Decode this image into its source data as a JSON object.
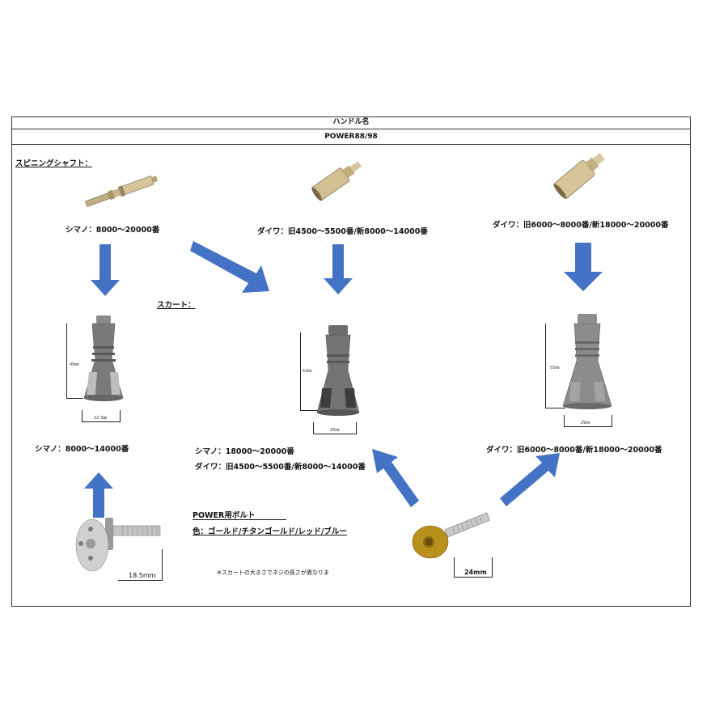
{
  "header": {
    "title": "ハンドル名",
    "model": "POWER88/98"
  },
  "sections": {
    "spinning_shaft_label": "スピニングシャフト：",
    "skirt_label": "スカート："
  },
  "shafts": [
    {
      "label": "シマノ：8000～20000番"
    },
    {
      "label": "ダイワ：旧4500～5500番/新8000～14000番"
    },
    {
      "label": "ダイワ：旧6000～8000番/新18000～20000番"
    }
  ],
  "skirts": [
    {
      "height_label": "49㎜",
      "width_label": "22.3㎜",
      "caption": "シマノ：8000～14000番"
    },
    {
      "height_label": "53㎜",
      "width_label": "25㎜",
      "caption_line1": "シマノ：18000～20000番",
      "caption_line2": "ダイワ：旧4500～5500番/新8000～14000番"
    },
    {
      "height_label": "55㎜",
      "width_label": "29㎜",
      "caption": "ダイワ：旧6000～8000番/新18000～20000番"
    }
  ],
  "bolts": {
    "title": "POWER用ボルト",
    "colors": "色：ゴールド/チタンゴールド/レッド/ブルー",
    "note": "※スカートの大きさでネジの長さが異なりま",
    "silver_length": "18.5mm",
    "gold_length": "24mm"
  },
  "colors": {
    "arrow": "#4472c4",
    "border": "#333333",
    "metal_gray": "#7a7a7a",
    "metal_silver": "#c8c8c8",
    "brass": "#c9a94a",
    "gold_bolt": "#b8901c"
  }
}
